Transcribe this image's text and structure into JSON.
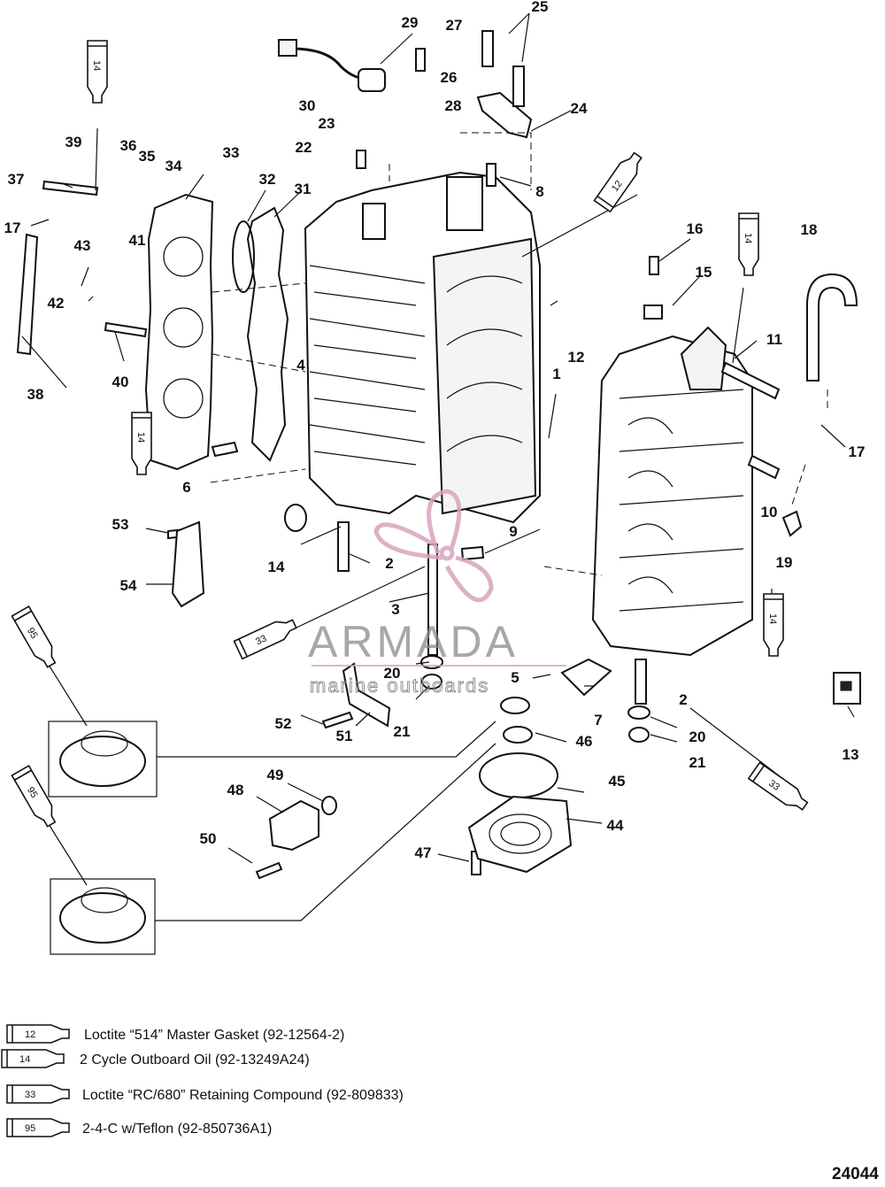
{
  "diagram_number": "24044",
  "callouts": [
    {
      "id": "c1",
      "text": "1"
    },
    {
      "id": "c2a",
      "text": "2"
    },
    {
      "id": "c2b",
      "text": "2"
    },
    {
      "id": "c3",
      "text": "3"
    },
    {
      "id": "c4",
      "text": "4"
    },
    {
      "id": "c5",
      "text": "5"
    },
    {
      "id": "c6",
      "text": "6"
    },
    {
      "id": "c7",
      "text": "7"
    },
    {
      "id": "c8",
      "text": "8"
    },
    {
      "id": "c9",
      "text": "9"
    },
    {
      "id": "c10",
      "text": "10"
    },
    {
      "id": "c11",
      "text": "11"
    },
    {
      "id": "c12",
      "text": "12"
    },
    {
      "id": "c13",
      "text": "13"
    },
    {
      "id": "c14",
      "text": "14"
    },
    {
      "id": "c15",
      "text": "15"
    },
    {
      "id": "c16",
      "text": "16"
    },
    {
      "id": "c17a",
      "text": "17"
    },
    {
      "id": "c17b",
      "text": "17"
    },
    {
      "id": "c18",
      "text": "18"
    },
    {
      "id": "c19",
      "text": "19"
    },
    {
      "id": "c20a",
      "text": "20"
    },
    {
      "id": "c20b",
      "text": "20"
    },
    {
      "id": "c21a",
      "text": "21"
    },
    {
      "id": "c21b",
      "text": "21"
    },
    {
      "id": "c22",
      "text": "22"
    },
    {
      "id": "c23",
      "text": "23"
    },
    {
      "id": "c24",
      "text": "24"
    },
    {
      "id": "c25",
      "text": "25"
    },
    {
      "id": "c26",
      "text": "26"
    },
    {
      "id": "c27",
      "text": "27"
    },
    {
      "id": "c28",
      "text": "28"
    },
    {
      "id": "c29",
      "text": "29"
    },
    {
      "id": "c30",
      "text": "30"
    },
    {
      "id": "c31",
      "text": "31"
    },
    {
      "id": "c32",
      "text": "32"
    },
    {
      "id": "c33",
      "text": "33"
    },
    {
      "id": "c34",
      "text": "34"
    },
    {
      "id": "c35",
      "text": "35"
    },
    {
      "id": "c36",
      "text": "36"
    },
    {
      "id": "c37",
      "text": "37"
    },
    {
      "id": "c38",
      "text": "38"
    },
    {
      "id": "c39",
      "text": "39"
    },
    {
      "id": "c40",
      "text": "40"
    },
    {
      "id": "c41",
      "text": "41"
    },
    {
      "id": "c42",
      "text": "42"
    },
    {
      "id": "c43",
      "text": "43"
    },
    {
      "id": "c44",
      "text": "44"
    },
    {
      "id": "c45",
      "text": "45"
    },
    {
      "id": "c46",
      "text": "46"
    },
    {
      "id": "c47",
      "text": "47"
    },
    {
      "id": "c48",
      "text": "48"
    },
    {
      "id": "c49",
      "text": "49"
    },
    {
      "id": "c50",
      "text": "50"
    },
    {
      "id": "c51",
      "text": "51"
    },
    {
      "id": "c52",
      "text": "52"
    },
    {
      "id": "c53",
      "text": "53"
    },
    {
      "id": "c54",
      "text": "54"
    }
  ],
  "tubes": [
    {
      "id": "t14a",
      "code": "14"
    },
    {
      "id": "t14b",
      "code": "14"
    },
    {
      "id": "t14c",
      "code": "14"
    },
    {
      "id": "t14d",
      "code": "14"
    },
    {
      "id": "t12",
      "code": "12"
    },
    {
      "id": "t33a",
      "code": "33"
    },
    {
      "id": "t33b",
      "code": "33"
    },
    {
      "id": "t95a",
      "code": "95"
    },
    {
      "id": "t95b",
      "code": "95"
    }
  ],
  "legend": [
    {
      "code": "12",
      "text": "Loctite “514” Master Gasket (92-12564-2)"
    },
    {
      "code": "14",
      "text": "2 Cycle Outboard Oil (92-13249A24)"
    },
    {
      "code": "33",
      "text": "Loctite “RC/680” Retaining Compound (92-809833)"
    },
    {
      "code": "95",
      "text": "2-4-C w/Teflon (92-850736A1)"
    }
  ],
  "watermark": {
    "brand": "ARMADA",
    "tagline": "marine outboards",
    "color": "#d9a3bf"
  }
}
